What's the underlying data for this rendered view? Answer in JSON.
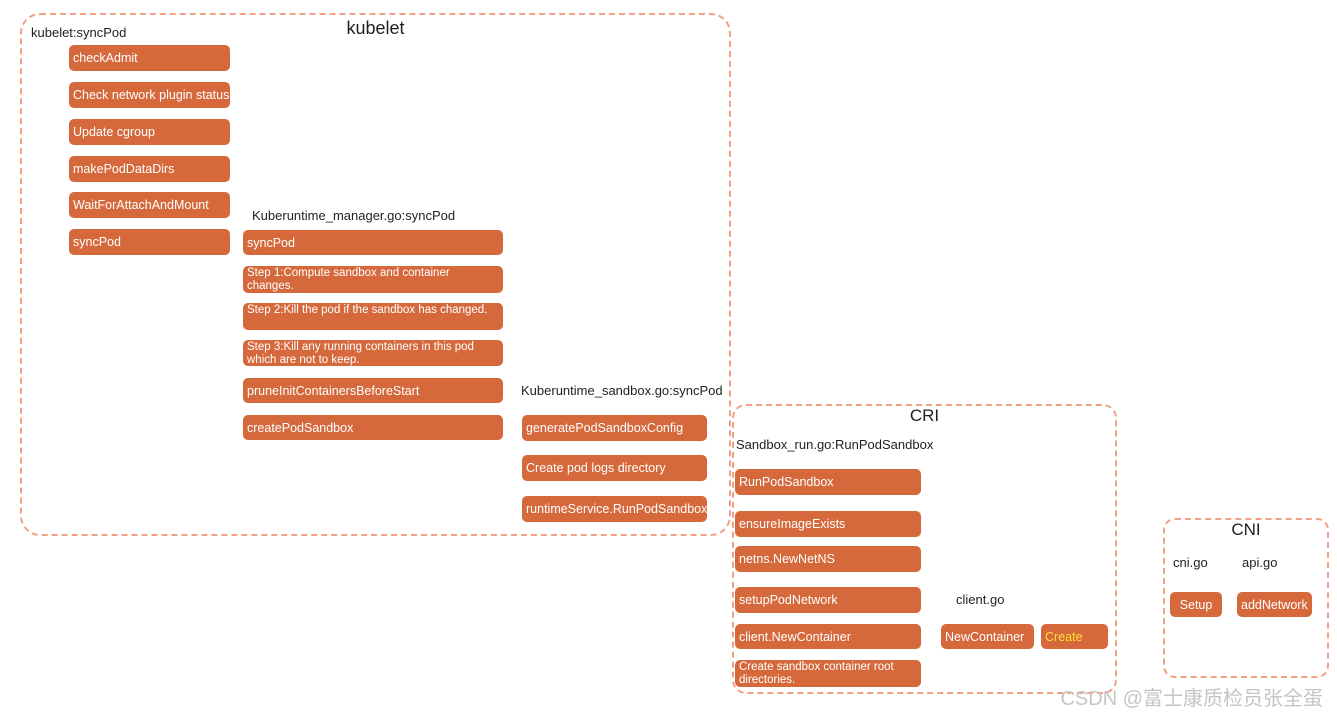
{
  "colors": {
    "node_fill": "#d5693c",
    "group_border": "#f1a183",
    "node_text": "#ffffff",
    "highlight_text": "#ffe135",
    "label_text": "#1f1f1f",
    "watermark_text": "#c5c5c5"
  },
  "kubelet": {
    "title": "kubelet",
    "syncpod_section": {
      "label": "kubelet:syncPod",
      "items": [
        "checkAdmit",
        "Check network plugin status",
        "Update cgroup",
        "makePodDataDirs",
        "WaitForAttachAndMount",
        "syncPod"
      ]
    },
    "manager_section": {
      "label": "Kuberuntime_manager.go:syncPod",
      "items": [
        "syncPod",
        "Step 1:Compute sandbox and container changes.",
        "Step 2:Kill the pod if the sandbox has changed.",
        "Step 3:Kill any running containers in this pod which are not to keep.",
        "pruneInitContainersBeforeStart",
        "createPodSandbox"
      ]
    },
    "sandbox_section": {
      "label": "Kuberuntime_sandbox.go:syncPod",
      "items": [
        "generatePodSandboxConfig",
        "Create pod logs directory",
        "runtimeService.RunPodSandbox"
      ]
    }
  },
  "cri": {
    "title": "CRI",
    "run_section": {
      "label": "Sandbox_run.go:RunPodSandbox",
      "items": [
        "RunPodSandbox",
        "ensureImageExists",
        "netns.NewNetNS",
        "setupPodNetwork",
        "client.NewContainer",
        "Create sandbox container root directories."
      ]
    },
    "client_section": {
      "label": "client.go",
      "items": [
        "NewContainer",
        "Create"
      ]
    }
  },
  "cni": {
    "title": "CNI",
    "cni_go_section": {
      "label": "cni.go",
      "items": [
        "Setup"
      ]
    },
    "api_go_section": {
      "label": "api.go",
      "items": [
        "addNetwork"
      ]
    }
  },
  "watermark": "CSDN @富士康质检员张全蛋"
}
